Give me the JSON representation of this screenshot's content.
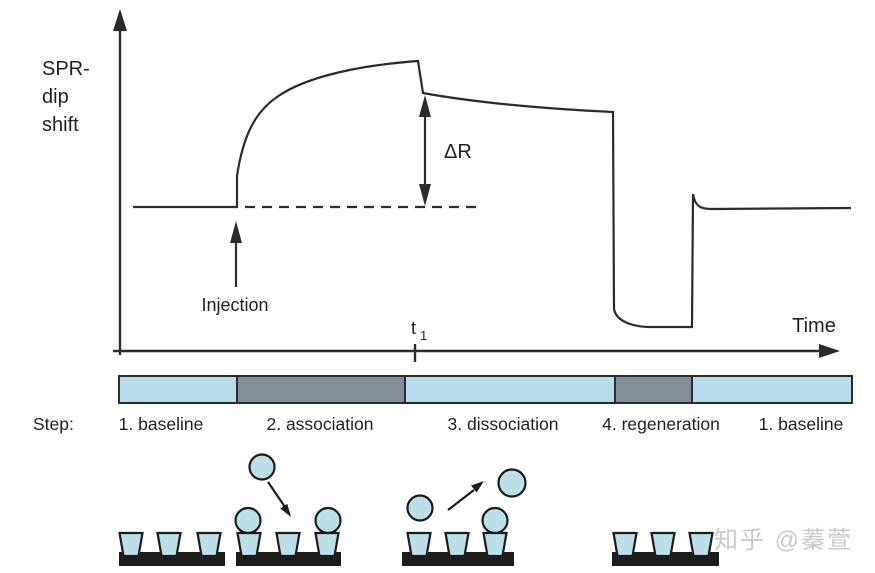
{
  "colors": {
    "ink": "#2b2b2b",
    "text": "#1f1f1f",
    "step_light": "#b5dce8",
    "step_gray": "#848e96",
    "shape_fill": "#bcdfea",
    "shape_stroke": "#1b1b1b",
    "surface_black": "#1c1c1c",
    "watermark": "#c9c9c9"
  },
  "plot": {
    "y_axis_label_lines": [
      "SPR-",
      "dip",
      "shift"
    ],
    "x_axis_label": "Time",
    "annotations": {
      "delta_r": "ΔR",
      "injection": "Injection",
      "t1_base": "t",
      "t1_sub": "1"
    }
  },
  "steps": {
    "caption": "Step:",
    "segments": [
      {
        "label": "1. baseline",
        "tone": "light"
      },
      {
        "label": "2. association",
        "tone": "gray"
      },
      {
        "label": "3. dissociation",
        "tone": "light"
      },
      {
        "label": "4. regeneration",
        "tone": "gray"
      },
      {
        "label": "1. baseline",
        "tone": "light"
      }
    ]
  },
  "watermark": "知乎 @蓁萱"
}
